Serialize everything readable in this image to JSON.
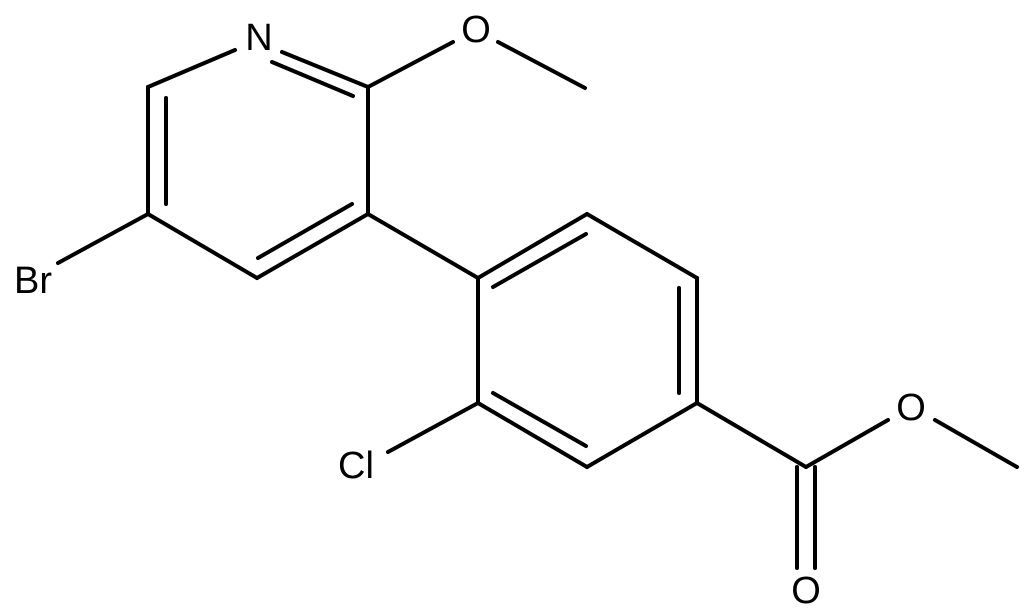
{
  "molecule": {
    "atom_labels": {
      "nitrogen": "N",
      "methoxy_oxygen": "O",
      "bromine": "Br",
      "chlorine": "Cl",
      "ester_oxygen": "O",
      "carbonyl_oxygen": "O"
    }
  },
  "colors": {
    "bond": "#000000",
    "label": "#000000",
    "background": "#ffffff"
  }
}
